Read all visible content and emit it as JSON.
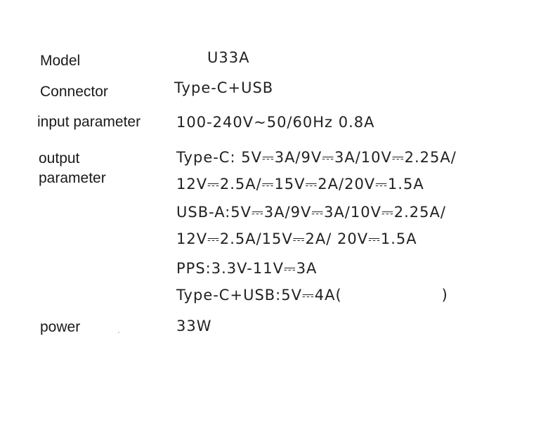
{
  "spec": {
    "model_label": "Model",
    "model_value": "U33A",
    "connector_label": "Connector",
    "connector_value": "Type-C+USB",
    "input_label": "input parameter",
    "input_value": "100-240V~50/60Hz 0.8A",
    "output_label_line1": "output",
    "output_label_line2": "parameter",
    "output_lines": [
      "Type-C: 5V⎓3A/9V⎓3A/10V⎓2.25A/",
      "12V⎓2.5A/⎓15V⎓2A/20V⎓1.5A",
      "USB-A:5V⎓3A/9V⎓3A/10V⎓2.25A/",
      "12V⎓2.5A/15V⎓2A/ 20V⎓1.5A",
      "PPS:3.3V-11V⎓3A"
    ],
    "combined_prefix": "Type-C+USB:5V⎓4A(",
    "combined_suffix": ")",
    "power_label": "power",
    "power_value": "33W"
  }
}
